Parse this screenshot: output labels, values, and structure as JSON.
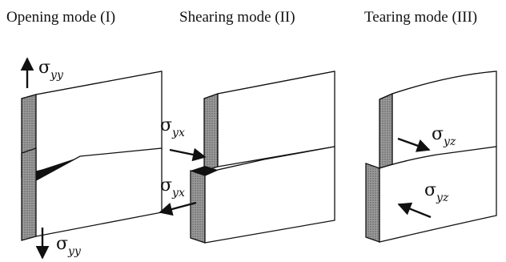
{
  "modes": [
    {
      "title": "Opening mode (I)"
    },
    {
      "title": "Shearing mode (II)"
    },
    {
      "title": "Tearing mode (III)"
    }
  ],
  "stresses": {
    "mode1_top": {
      "symbol": "σ",
      "subscript": "yy"
    },
    "mode1_bottom": {
      "symbol": "σ",
      "subscript": "yy"
    },
    "mode2_top": {
      "symbol": "σ",
      "subscript": "yx"
    },
    "mode2_bottom": {
      "symbol": "σ",
      "subscript": "yx"
    },
    "mode3_top": {
      "symbol": "σ",
      "subscript": "yz"
    },
    "mode3_bottom": {
      "symbol": "σ",
      "subscript": "yz"
    }
  },
  "colors": {
    "line": "#111111",
    "face": "#ffffff",
    "side_shade": "#8a8a8a",
    "top_shade": "#b5b5b5",
    "crack": "#111111"
  }
}
